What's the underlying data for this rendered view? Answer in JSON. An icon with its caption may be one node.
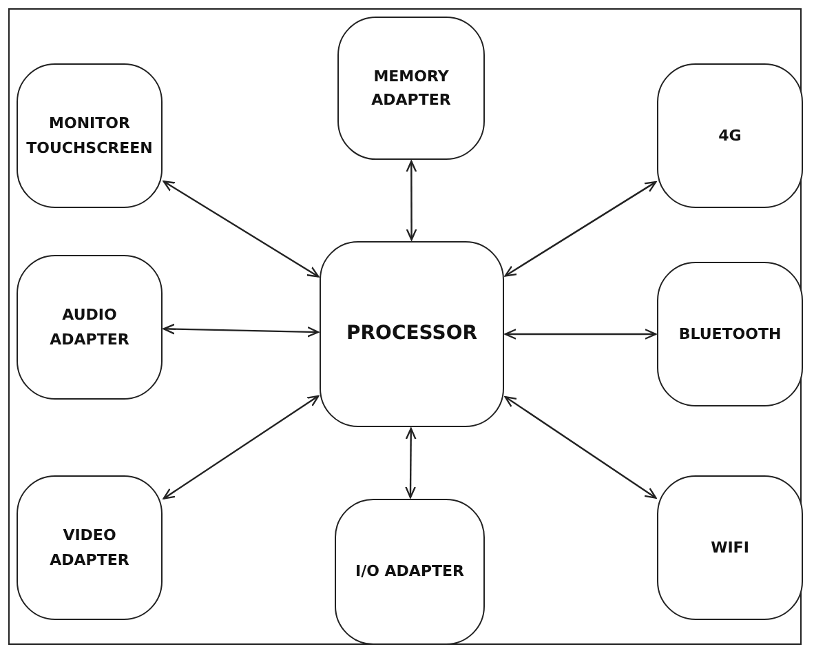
{
  "diagram": {
    "nodes": [
      {
        "text": [
          "MONITOR TOUCHSCREEN"
        ]
      },
      {
        "text": [
          "MEMORY ADAPTER"
        ]
      },
      {
        "text": [
          "4G"
        ]
      },
      {
        "text": [
          "AUDIO ADAPTER"
        ]
      },
      {
        "text": [
          "PROCESSOR"
        ]
      },
      {
        "text": [
          "BLUETOOTH"
        ]
      },
      {
        "text": [
          "VIDEO ADAPTER"
        ]
      },
      {
        "text": [
          "I/O ADAPTER"
        ]
      },
      {
        "text": [
          "WIFI"
        ]
      }
    ],
    "edges": [
      {
        "from": 4,
        "to": 0,
        "arrow": "both"
      },
      {
        "from": 4,
        "to": 1,
        "arrow": "both"
      },
      {
        "from": 4,
        "to": 2,
        "arrow": "both"
      },
      {
        "from": 4,
        "to": 3,
        "arrow": "both"
      },
      {
        "from": 4,
        "to": 5,
        "arrow": "both"
      },
      {
        "from": 4,
        "to": 6,
        "arrow": "both"
      },
      {
        "from": 4,
        "to": 7,
        "arrow": "both"
      },
      {
        "from": 4,
        "to": 8,
        "arrow": "both"
      }
    ]
  }
}
